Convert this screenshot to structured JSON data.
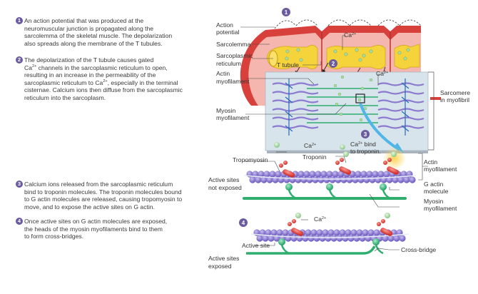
{
  "steps": [
    {
      "number": "1",
      "lines": [
        "An action potential that was produced at the",
        "neuromuscular junction is propagated along the",
        "sarcolemma of the skeletal muscle. The depolarization",
        "also spreads along the membrane of the T tubules."
      ]
    },
    {
      "number": "2",
      "lines": [
        "The depolarization of the T tubule causes gated",
        "Ca2+ channels in the sarcoplasmic reticulum to open,",
        "resulting in an increase in the permeability of the",
        "sarcoplasmic reticulum to Ca2+, especially in the terminal",
        "cisternae. Calcium ions then diffuse from the sarcoplasmic",
        "reticulum into the sarcoplasm."
      ]
    },
    {
      "number": "3",
      "lines": [
        "Calcium ions released from the sarcoplasmic reticulum",
        "bind to troponin molecules. The troponin molecules bound",
        "to G actin molecules are released, causing tropomyosin to",
        "move, and to expose the active sites on G actin."
      ]
    },
    {
      "number": "4",
      "lines": [
        "Once active sites on G actin molecules are exposed,",
        "the heads of the myosin myofilaments bind to them",
        "to form cross-bridges."
      ]
    }
  ],
  "labels": {
    "action_potential": [
      "Action",
      "potential"
    ],
    "sarcolemma": "Sarcolemma",
    "sarcoplasmic_reticulum": [
      "Sarcoplasmic",
      "reticulum"
    ],
    "actin_myofilament_top": [
      "Actin",
      "myofilament"
    ],
    "myosin_myofilament_top": [
      "Myosin",
      "myofilament"
    ],
    "t_tubule": "T tubule",
    "ca_top": "Ca",
    "ca_top_inner": "Ca",
    "sarcomere": [
      "Sarcomere",
      "in myofibril"
    ],
    "ca_step3": "Ca",
    "ca_bind": [
      "Ca",
      " bind",
      "to troponin."
    ],
    "tropomyosin": "Tropomyosin",
    "troponin": "Troponin",
    "active_sites_not_exposed": [
      "Active sites",
      "not exposed"
    ],
    "actin_myofilament_right": [
      "Actin",
      "myofilament"
    ],
    "g_actin_molecule": [
      "G actin",
      "molecule"
    ],
    "myosin_myofilament_right": [
      "Myosin",
      "myofilament"
    ],
    "ca_step4": "Ca",
    "active_site": "Active site",
    "cross_bridge": "Cross-bridge",
    "active_sites_exposed": [
      "Active sites",
      "exposed"
    ],
    "superscript": "2+"
  },
  "badges": [
    "1",
    "2",
    "3",
    "4"
  ],
  "colors": {
    "badge": "#6a5a9e",
    "membrane": "#d9393a",
    "sarcoplasm": "#f3b3ad",
    "reticulum": "#f5d33a",
    "calcium": "#a8dca0",
    "actin": "#8c7ad0",
    "troponin": "#e0403c",
    "myosin": "#2fae6e",
    "myofibril_box": "#dde8ef",
    "arrow": "#4fb6e6"
  }
}
